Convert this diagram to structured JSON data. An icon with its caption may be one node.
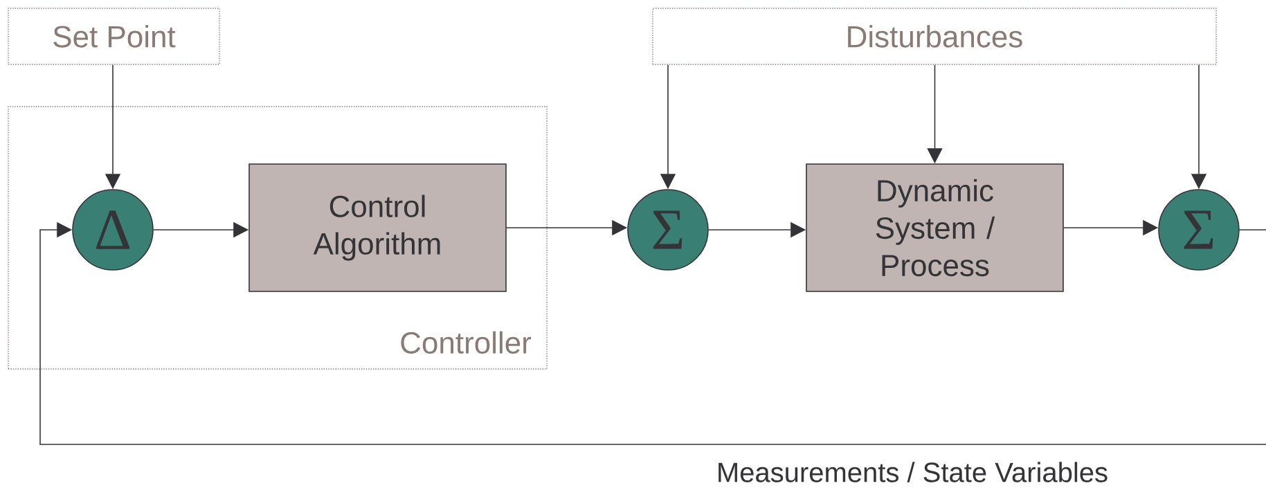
{
  "diagram": {
    "nodes": [
      {
        "text": [
          "Set Point"
        ]
      },
      {
        "text": [
          "Disturbances"
        ]
      },
      {
        "text": [
          "Controller"
        ]
      },
      {
        "text": [
          "Δ"
        ],
        "in": 2
      },
      {
        "text": [
          "Control Algorithm"
        ],
        "in": 2
      },
      {
        "text": [
          "Σ"
        ]
      },
      {
        "text": [
          "Dynamic System / Process"
        ]
      },
      {
        "text": [
          "Σ"
        ]
      }
    ],
    "edges": [
      {
        "from": 0,
        "to": 3,
        "arrow": "to"
      },
      {
        "from": 3,
        "to": 4,
        "arrow": "to"
      },
      {
        "from": 4,
        "to": 5,
        "arrow": "to"
      },
      {
        "from": 1,
        "to": 5,
        "arrow": "to"
      },
      {
        "from": 1,
        "to": 6,
        "arrow": "to"
      },
      {
        "from": 1,
        "to": 7,
        "arrow": "to"
      },
      {
        "from": 5,
        "to": 6,
        "arrow": "to"
      },
      {
        "from": 6,
        "to": 7,
        "arrow": "to"
      },
      {
        "from": 7,
        "to": 3,
        "arrow": "to",
        "label": "Measurements / State Variables"
      }
    ]
  }
}
